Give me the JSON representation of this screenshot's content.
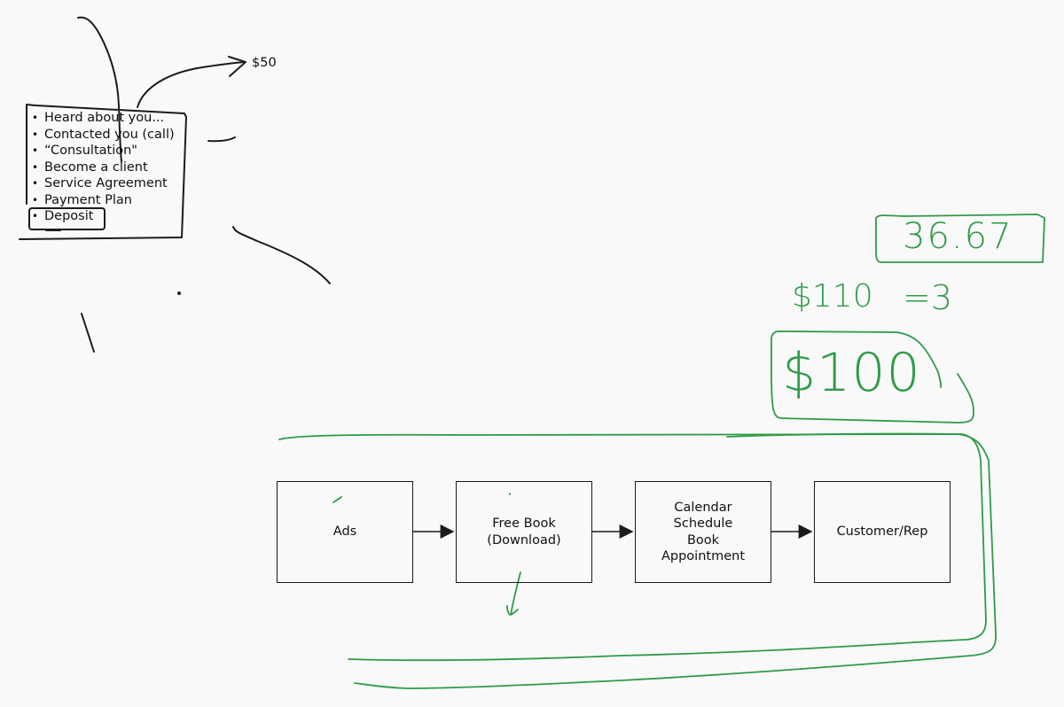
{
  "notes": {
    "items": [
      "Heard about you...",
      "Contacted you (call)",
      "“Consultation\"",
      "Become a client",
      "Service Agreement",
      "Payment Plan",
      "Deposit"
    ],
    "arrow_label": "$50"
  },
  "flow": {
    "steps": [
      "Ads",
      "Free Book\n(Download)",
      "Calendar\nSchedule\nBook\nAppointment",
      "Customer/Rep"
    ]
  },
  "handwriting": {
    "value_top": "36.67",
    "equation_left": "$110",
    "equation_right": "=3",
    "value_boxed": "$100"
  },
  "colors": {
    "ink": "#1b1b1b",
    "marker_green": "#2f9b48",
    "background": "#f9f9f9"
  }
}
